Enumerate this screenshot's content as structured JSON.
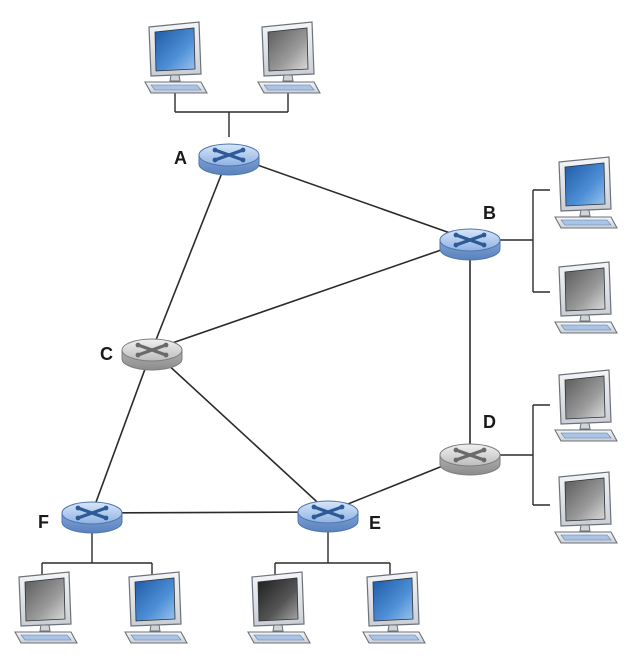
{
  "diagram": {
    "routers": [
      {
        "id": "A",
        "label": "A",
        "color": "blue"
      },
      {
        "id": "B",
        "label": "B",
        "color": "blue"
      },
      {
        "id": "C",
        "label": "C",
        "color": "gray"
      },
      {
        "id": "D",
        "label": "D",
        "color": "gray"
      },
      {
        "id": "E",
        "label": "E",
        "color": "blue"
      },
      {
        "id": "F",
        "label": "F",
        "color": "blue"
      }
    ],
    "links": [
      [
        "A",
        "B"
      ],
      [
        "A",
        "C"
      ],
      [
        "B",
        "C"
      ],
      [
        "B",
        "D"
      ],
      [
        "C",
        "F"
      ],
      [
        "C",
        "E"
      ],
      [
        "F",
        "E"
      ],
      [
        "E",
        "D"
      ]
    ],
    "hosts": [
      {
        "router": "A",
        "screen": "blue"
      },
      {
        "router": "A",
        "screen": "gray"
      },
      {
        "router": "B",
        "screen": "blue"
      },
      {
        "router": "B",
        "screen": "gray"
      },
      {
        "router": "D",
        "screen": "gray"
      },
      {
        "router": "D",
        "screen": "gray"
      },
      {
        "router": "F",
        "screen": "gray"
      },
      {
        "router": "F",
        "screen": "blue"
      },
      {
        "router": "E",
        "screen": "dark"
      },
      {
        "router": "E",
        "screen": "blue"
      }
    ],
    "colors": {
      "router_blue": "#9bbbe6",
      "router_gray": "#c9c9c9",
      "screen_blue": "#3a78c2",
      "screen_gray": "#8a8a8a",
      "screen_dark": "#3a3a3a"
    }
  }
}
